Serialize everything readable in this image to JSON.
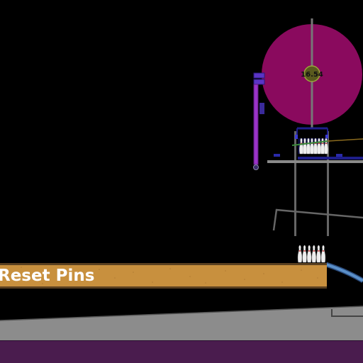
{
  "game": {
    "reset_button_label": "Reset Pins",
    "wheel_counter": "16.54"
  },
  "colors": {
    "background": "#000000",
    "wheel": "#8a0a5e",
    "lever_arm": "#9a33c8",
    "lever_cap": "#5a34c6",
    "pin_cage": "#1e1e8a",
    "lane_wood": "#c8903e",
    "lane_edge": "#5a4020",
    "floor": "#8c8c8c",
    "base": "#4a1c4e",
    "chute": "#5a8fc8",
    "pin": "#eeeeee",
    "pin_stripe": "#c03030"
  },
  "icons": {
    "pin": "bowling-pin-icon"
  },
  "pin_sets": {
    "cage_count": 8,
    "lane_count": 6
  }
}
